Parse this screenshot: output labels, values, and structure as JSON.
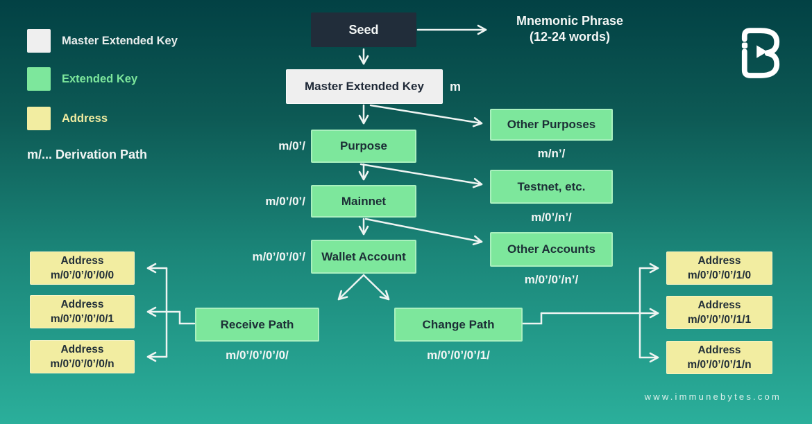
{
  "legend": {
    "items": [
      {
        "label": "Master Extended Key",
        "swatch": "#efefef",
        "text_color": "#e9edec"
      },
      {
        "label": "Extended Key",
        "swatch": "#7de79c",
        "text_color": "#7de79c"
      },
      {
        "label": "Address",
        "swatch": "#f2eda1",
        "text_color": "#f2eda1"
      }
    ],
    "derivation_note": "m/... Derivation Path"
  },
  "flow": {
    "seed": {
      "label": "Seed"
    },
    "mnemonic": {
      "line1": "Mnemonic Phrase",
      "line2": "(12-24 words)"
    },
    "master_extended_key": {
      "label": "Master Extended Key",
      "path": "m"
    },
    "purpose": {
      "label": "Purpose",
      "path": "m/0’/"
    },
    "other_purposes": {
      "label": "Other Purposes",
      "path": "m/n’/"
    },
    "mainnet": {
      "label": "Mainnet",
      "path": "m/0’/0’/"
    },
    "testnet": {
      "label": "Testnet, etc.",
      "path": "m/0’/n’/"
    },
    "wallet_account": {
      "label": "Wallet Account",
      "path": "m/0’/0’/0’/"
    },
    "other_accounts": {
      "label": "Other Accounts",
      "path": "m/0’/0’/n’/"
    },
    "receive_path": {
      "label": "Receive Path",
      "path": "m/0’/0’/0’/0/"
    },
    "change_path": {
      "label": "Change Path",
      "path": "m/0’/0’/0’/1/"
    }
  },
  "addresses": {
    "receive": [
      {
        "title": "Address",
        "path": "m/0’/0’/0’/0/0"
      },
      {
        "title": "Address",
        "path": "m/0’/0’/0’/0/1"
      },
      {
        "title": "Address",
        "path": "m/0’/0’/0’/0/n"
      }
    ],
    "change": [
      {
        "title": "Address",
        "path": "m/0’/0’/0’/1/0"
      },
      {
        "title": "Address",
        "path": "m/0’/0’/0’/1/1"
      },
      {
        "title": "Address",
        "path": "m/0’/0’/0’/1/n"
      }
    ]
  },
  "branding": {
    "logo_icon": "immunebytes-monogram",
    "website": "www.immunebytes.com"
  },
  "colors": {
    "background_top": "#024144",
    "background_bottom": "#2baf9b",
    "seed_box": "#212d3a",
    "master_key_box": "#efefef",
    "extended_key_box": "#7de79c",
    "address_box": "#f2eda1",
    "arrow": "#eef4f2",
    "label_text": "#f2f5f4"
  }
}
